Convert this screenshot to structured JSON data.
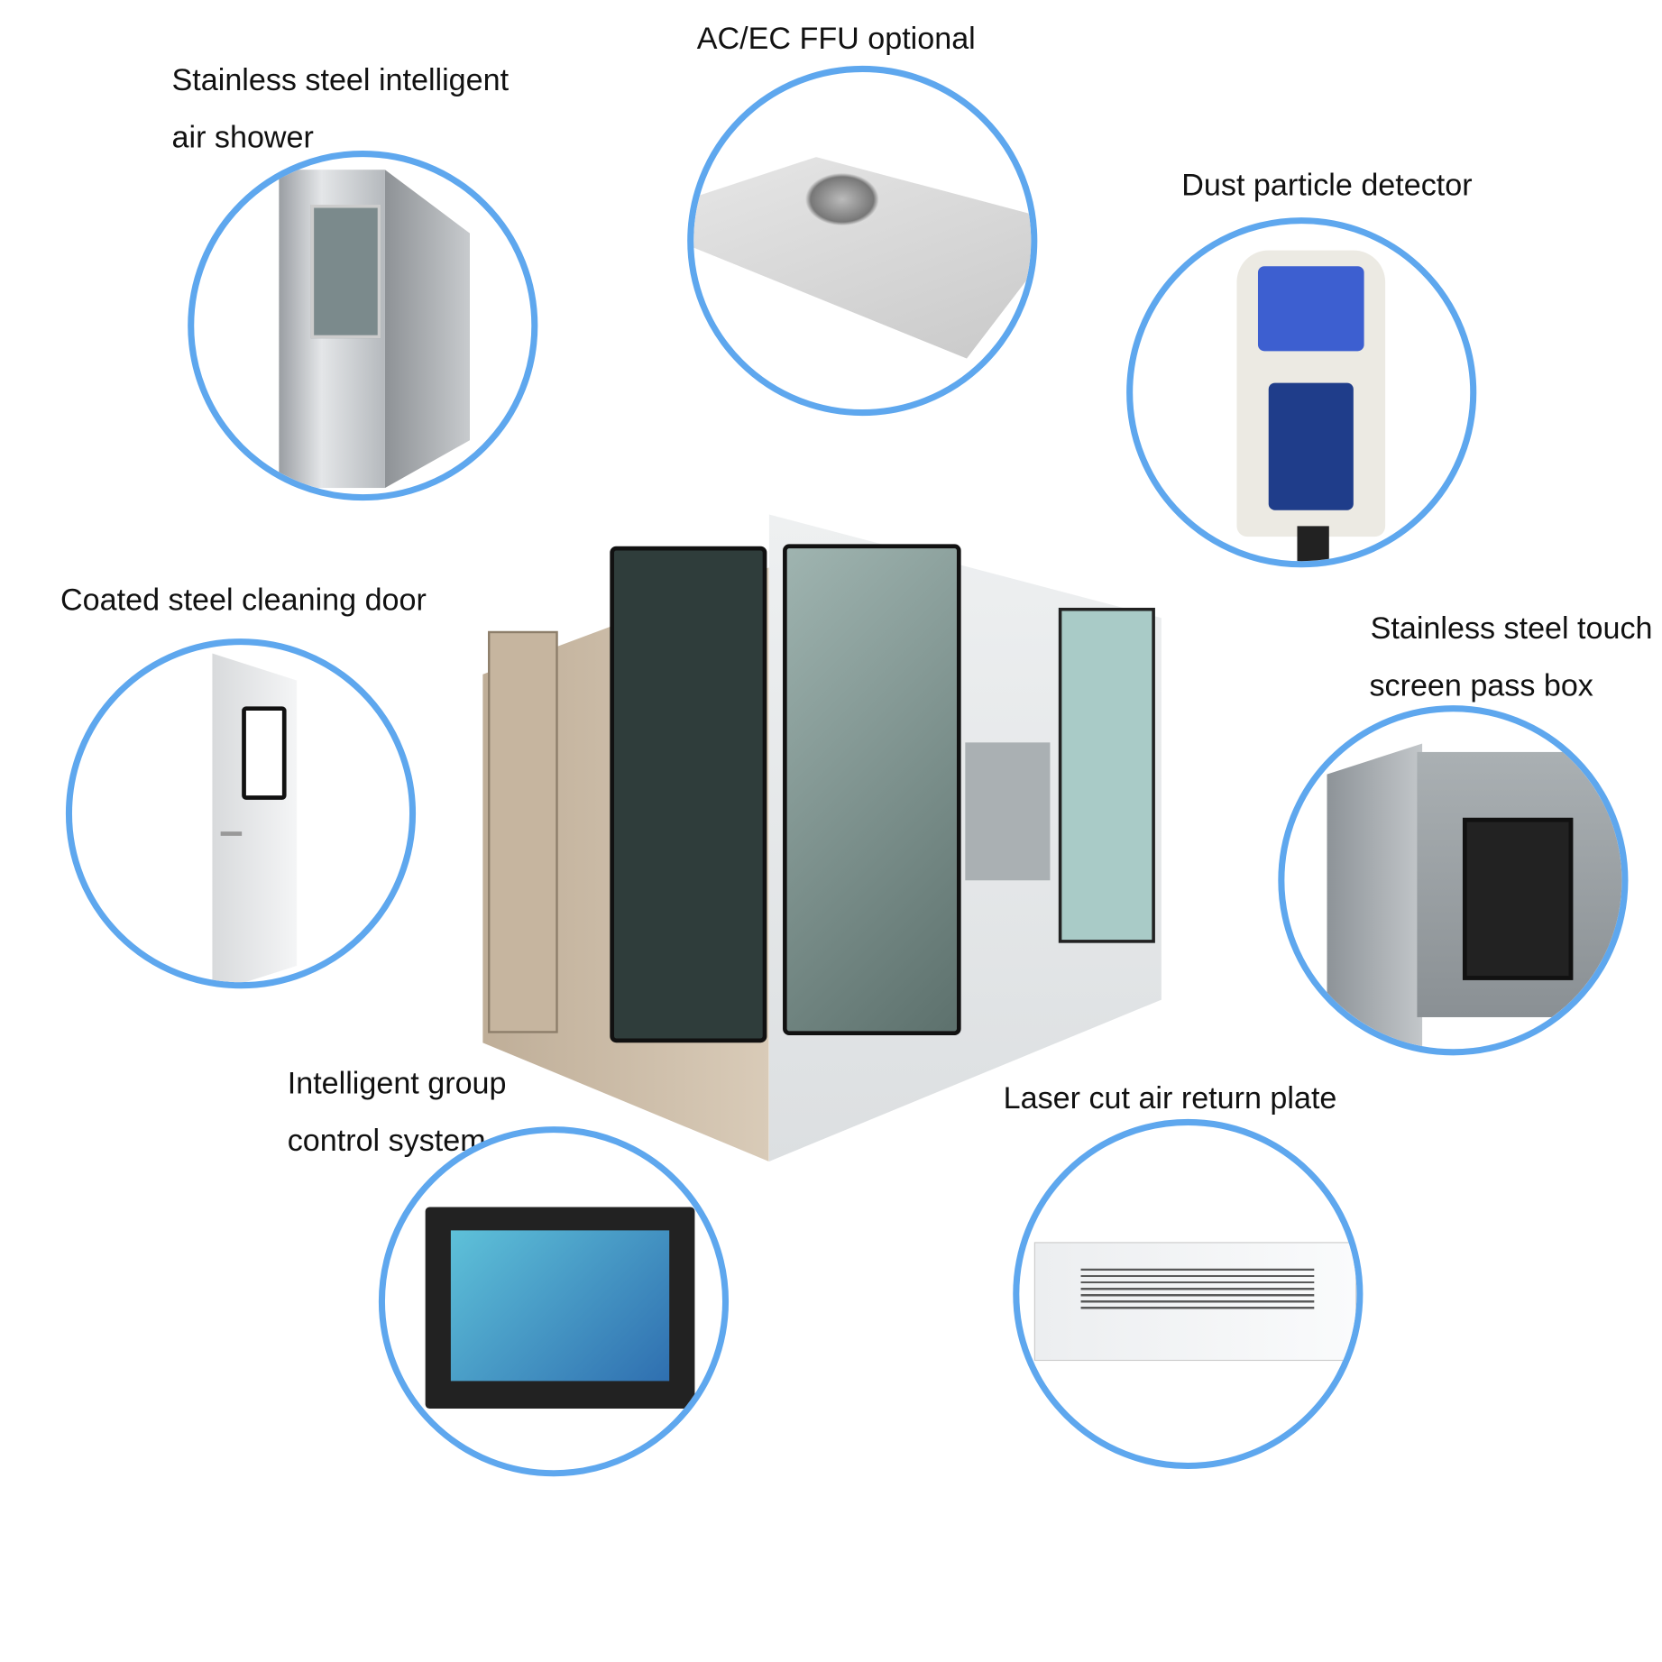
{
  "items": [
    {
      "id": "air-shower",
      "label_lines": [
        "Stainless steel intelligent",
        "air shower"
      ]
    },
    {
      "id": "ffu",
      "label_lines": [
        "AC/EC FFU optional"
      ]
    },
    {
      "id": "dust-detector",
      "label_lines": [
        "Dust particle detector"
      ]
    },
    {
      "id": "door",
      "label_lines": [
        "Coated steel cleaning door"
      ]
    },
    {
      "id": "pass-box",
      "label_lines": [
        "Stainless steel touch",
        "screen pass box"
      ]
    },
    {
      "id": "control-system",
      "label_lines": [
        "Intelligent group",
        "control system"
      ]
    },
    {
      "id": "return-plate",
      "label_lines": [
        "Laser cut air return plate"
      ]
    }
  ],
  "colors": {
    "circle_border": "#5ea7ee",
    "cleanroom_panel": "#c9b8a2",
    "glass": "#3a4a48"
  }
}
